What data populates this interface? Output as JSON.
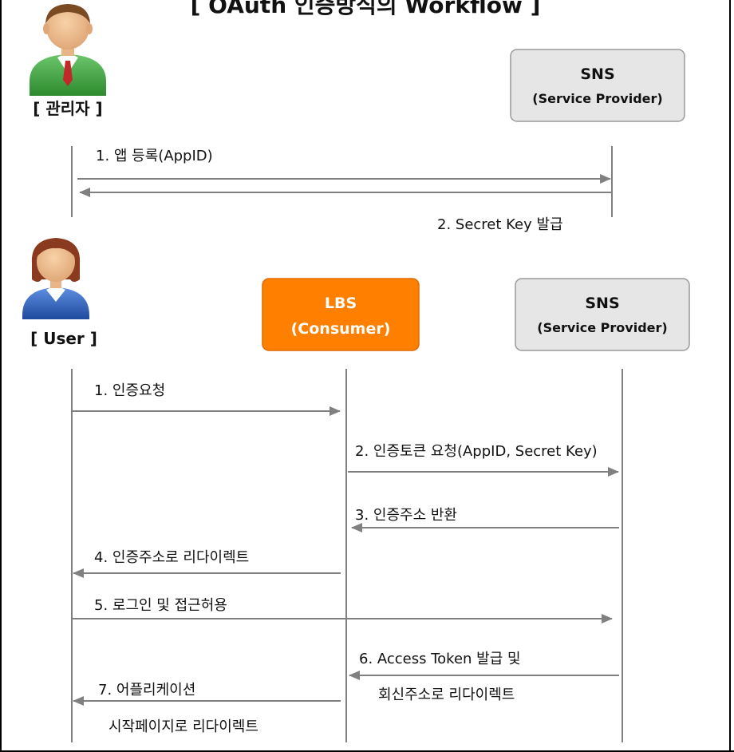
{
  "title": "[ OAuth 인증방식의 Workflow ]",
  "admin_label": "[ 관리자 ]",
  "user_label": "[ User ]",
  "sns_top": {
    "name": "SNS",
    "sub": "(Service Provider)"
  },
  "lbs": {
    "name": "LBS",
    "sub": "(Consumer)"
  },
  "sns_bottom": {
    "name": "SNS",
    "sub": "(Service Provider)"
  },
  "admin_messages": [
    "1. 앱 등록(AppID)",
    "2. Secret Key 발급"
  ],
  "user_messages": [
    "1. 인증요청",
    "2. 인증토큰 요청(AppID, Secret Key)",
    "3. 인증주소 반환",
    "4. 인증주소로 리다이렉트",
    "5. 로그인 및 접근허용",
    "6. Access Token 발급 및",
    "회신주소로 리다이렉트",
    "7. 어플리케이션",
    "시작페이지로 리다이렉트"
  ],
  "colors": {
    "lbs_fill": "#FF7F00",
    "sns_fill": "#E6E6E6",
    "line": "#808080",
    "admin_shirt": "#3FA33F",
    "user_shirt": "#2E5DB0"
  }
}
